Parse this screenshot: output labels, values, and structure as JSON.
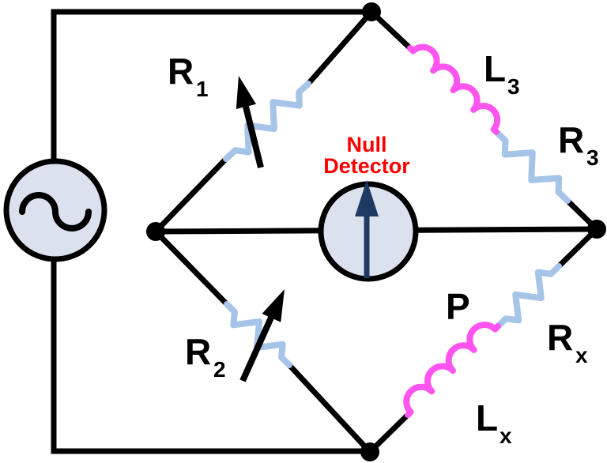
{
  "labels": {
    "r1": {
      "main": "R",
      "sub": "1"
    },
    "r2": {
      "main": "R",
      "sub": "2"
    },
    "l3": {
      "main": "L",
      "sub": "3"
    },
    "r3": {
      "main": "R",
      "sub": "3"
    },
    "rx": {
      "main": "R",
      "sub": "x"
    },
    "lx": {
      "main": "L",
      "sub": "x"
    },
    "p": {
      "main": "P"
    },
    "null_detector": {
      "line1": "Null",
      "line2": "Detector"
    }
  },
  "colors": {
    "wire": "#000000",
    "resistor": "#a6c3e8",
    "inductor": "#ff55ee",
    "null_detector_label": "#ff0000",
    "meter_fill": "#dbe2ee",
    "meter_needle": "#1e3a63",
    "background": "#ffffff"
  }
}
